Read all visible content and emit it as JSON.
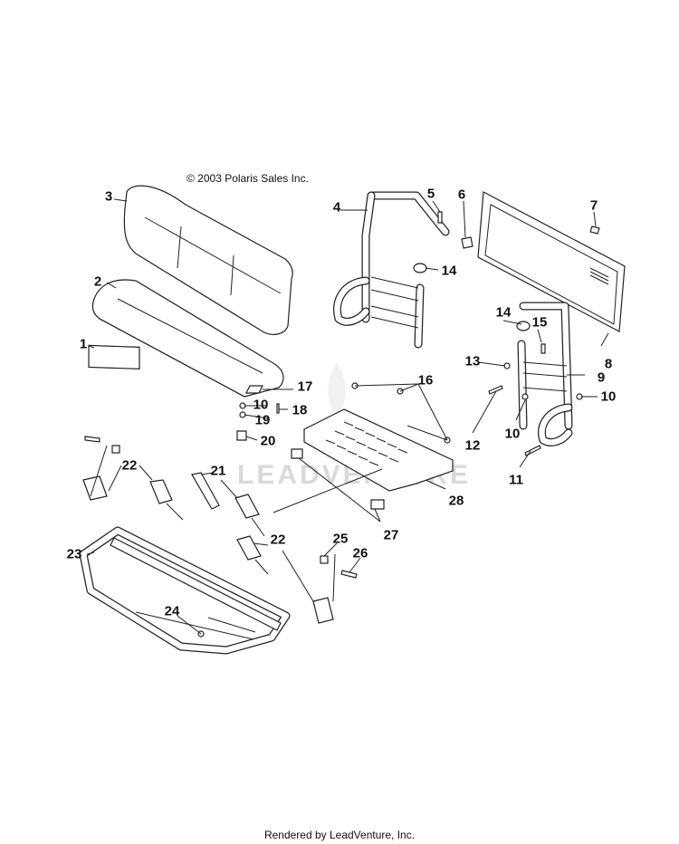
{
  "copyright": "© 2003 Polaris Sales Inc.",
  "footer": "Rendered by LeadVenture, Inc.",
  "watermark": "LEADVENTURE",
  "callouts": [
    "1",
    "2",
    "3",
    "4",
    "5",
    "6",
    "7",
    "8",
    "9",
    "10",
    "10",
    "10",
    "11",
    "12",
    "13",
    "14",
    "14",
    "15",
    "16",
    "17",
    "18",
    "19",
    "20",
    "21",
    "22",
    "22",
    "23",
    "24",
    "25",
    "26",
    "27",
    "28"
  ]
}
